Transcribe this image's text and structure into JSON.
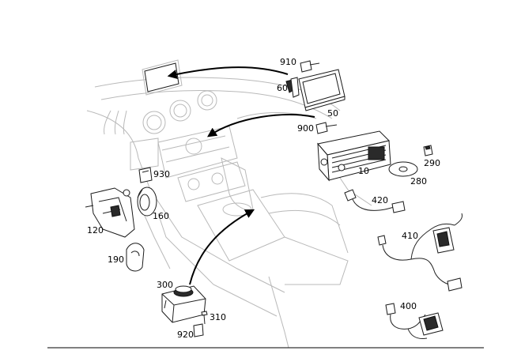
{
  "callouts": [
    {
      "id": "910",
      "label": "910"
    },
    {
      "id": "60",
      "label": "60"
    },
    {
      "id": "50",
      "label": "50"
    },
    {
      "id": "900",
      "label": "900"
    },
    {
      "id": "10",
      "label": "10"
    },
    {
      "id": "290",
      "label": "290"
    },
    {
      "id": "280",
      "label": "280"
    },
    {
      "id": "930",
      "label": "930"
    },
    {
      "id": "160",
      "label": "160"
    },
    {
      "id": "120",
      "label": "120"
    },
    {
      "id": "190",
      "label": "190"
    },
    {
      "id": "420",
      "label": "420"
    },
    {
      "id": "410",
      "label": "410"
    },
    {
      "id": "300",
      "label": "300"
    },
    {
      "id": "310",
      "label": "310"
    },
    {
      "id": "920",
      "label": "920"
    },
    {
      "id": "400",
      "label": "400"
    }
  ]
}
